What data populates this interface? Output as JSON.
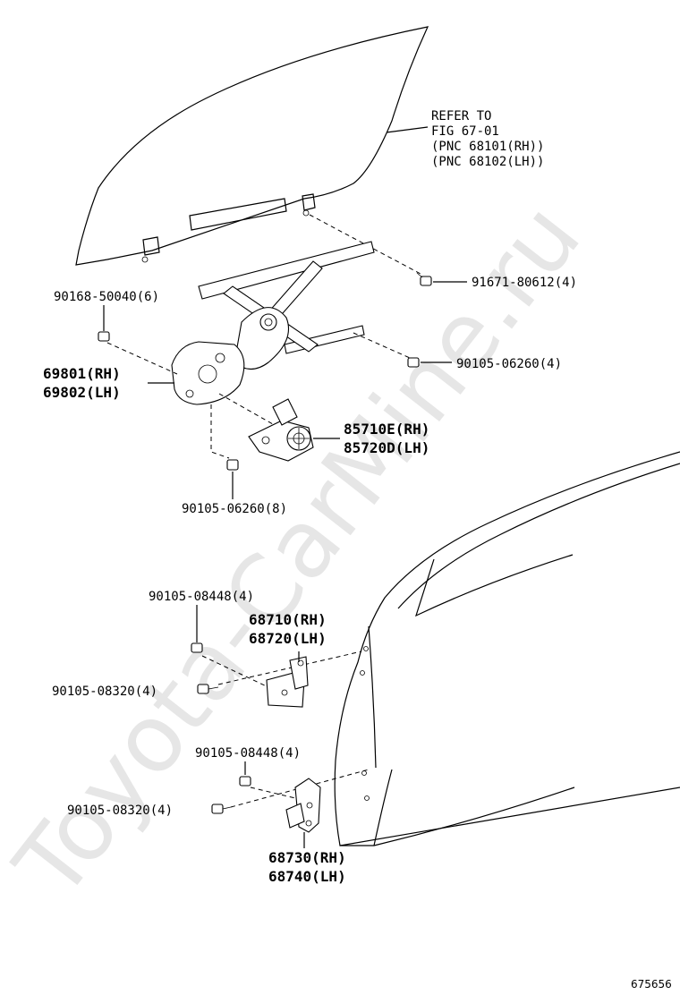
{
  "watermark": "Toyota-CarMine.ru",
  "figure_id": "675656",
  "labels": {
    "glass_ref": [
      "REFER TO",
      "FIG 67-01",
      "(PNC 68101(RH))",
      "(PNC 68102(LH))"
    ],
    "bolt_91671": "91671-80612(4)",
    "bolt_90168": "90168-50040(6)",
    "bolt_90105_06260_4": "90105-06260(4)",
    "regulator": [
      "69801(RH)",
      "69802(LH)"
    ],
    "motor": [
      "85710E(RH)",
      "85720D(LH)"
    ],
    "bolt_90105_06260_8": "90105-06260(8)",
    "bolt_90105_08448_upper": "90105-08448(4)",
    "hinge_upper": [
      "68710(RH)",
      "68720(LH)"
    ],
    "bolt_90105_08320_upper": "90105-08320(4)",
    "bolt_90105_08448_lower": "90105-08448(4)",
    "bolt_90105_08320_lower": "90105-08320(4)",
    "hinge_lower": [
      "68730(RH)",
      "68740(LH)"
    ]
  }
}
